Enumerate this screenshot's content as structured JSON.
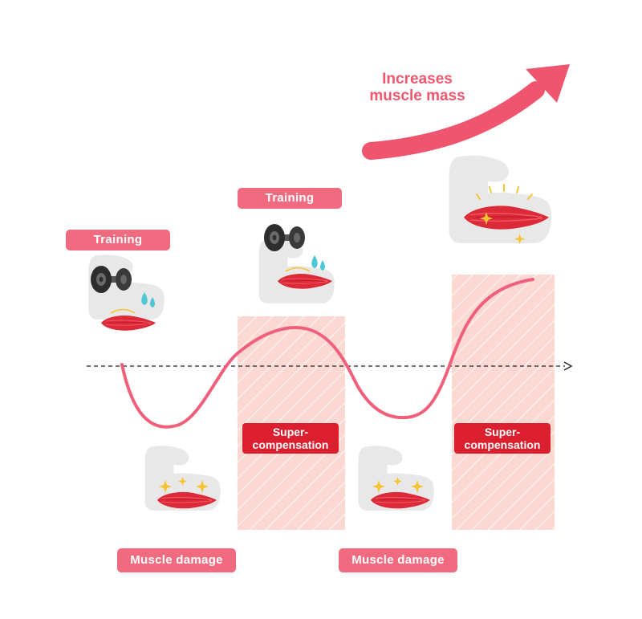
{
  "headline": {
    "line1": "Increases",
    "line2": "muscle mass"
  },
  "labels": {
    "training_1": "Training",
    "training_2": "Training",
    "supercompensation_1": "Super-\ncompensation",
    "supercompensation_2": "Super-\ncompensation",
    "damage_1": "Muscle damage",
    "damage_2": "Muscle damage"
  },
  "colors": {
    "curve": "#f0607a",
    "pill": "#f06b7f",
    "red_tag": "#dc1f2e",
    "shaded_zone": "#fbd9d2",
    "arm": "#e8e8e8",
    "muscle": "#dd2a38",
    "arrow": "#f05570",
    "dumbbell": "#2d2d2d",
    "sweat": "#4ec6d6",
    "sparkle": "#f5c433"
  },
  "icons": {
    "arm_training": "flexed-arm-with-dumbbell-icon",
    "arm_damaged": "flexed-arm-damaged-muscle-icon",
    "arm_strong": "flexed-arm-strong-muscle-icon",
    "trend_arrow": "upward-trend-arrow-icon"
  }
}
